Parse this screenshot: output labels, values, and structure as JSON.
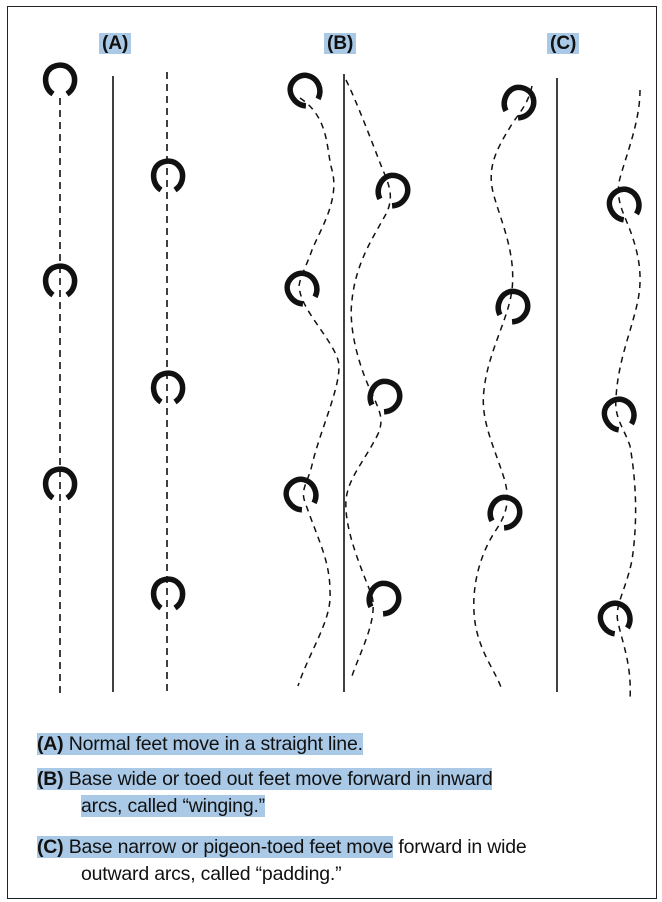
{
  "labels": {
    "a": "(A)",
    "b": "(B)",
    "c": "(C)"
  },
  "captions": [
    {
      "tag": "(A)",
      "text_hl": "Normal feet move in a straight line.",
      "text_rest": "",
      "line2": ""
    },
    {
      "tag": "(B)",
      "text_hl": "Base wide or toed out feet move forward in inward",
      "text_rest": "",
      "line2": "arcs, called “winging.”"
    },
    {
      "tag": "(C)",
      "text_hl": "Base narrow or pigeon-toed feet move",
      "text_rest": " forward in wide",
      "line2": "outward arcs, called “padding.”"
    }
  ],
  "colors": {
    "highlight": "#a9c9e6",
    "ink": "#111111"
  }
}
